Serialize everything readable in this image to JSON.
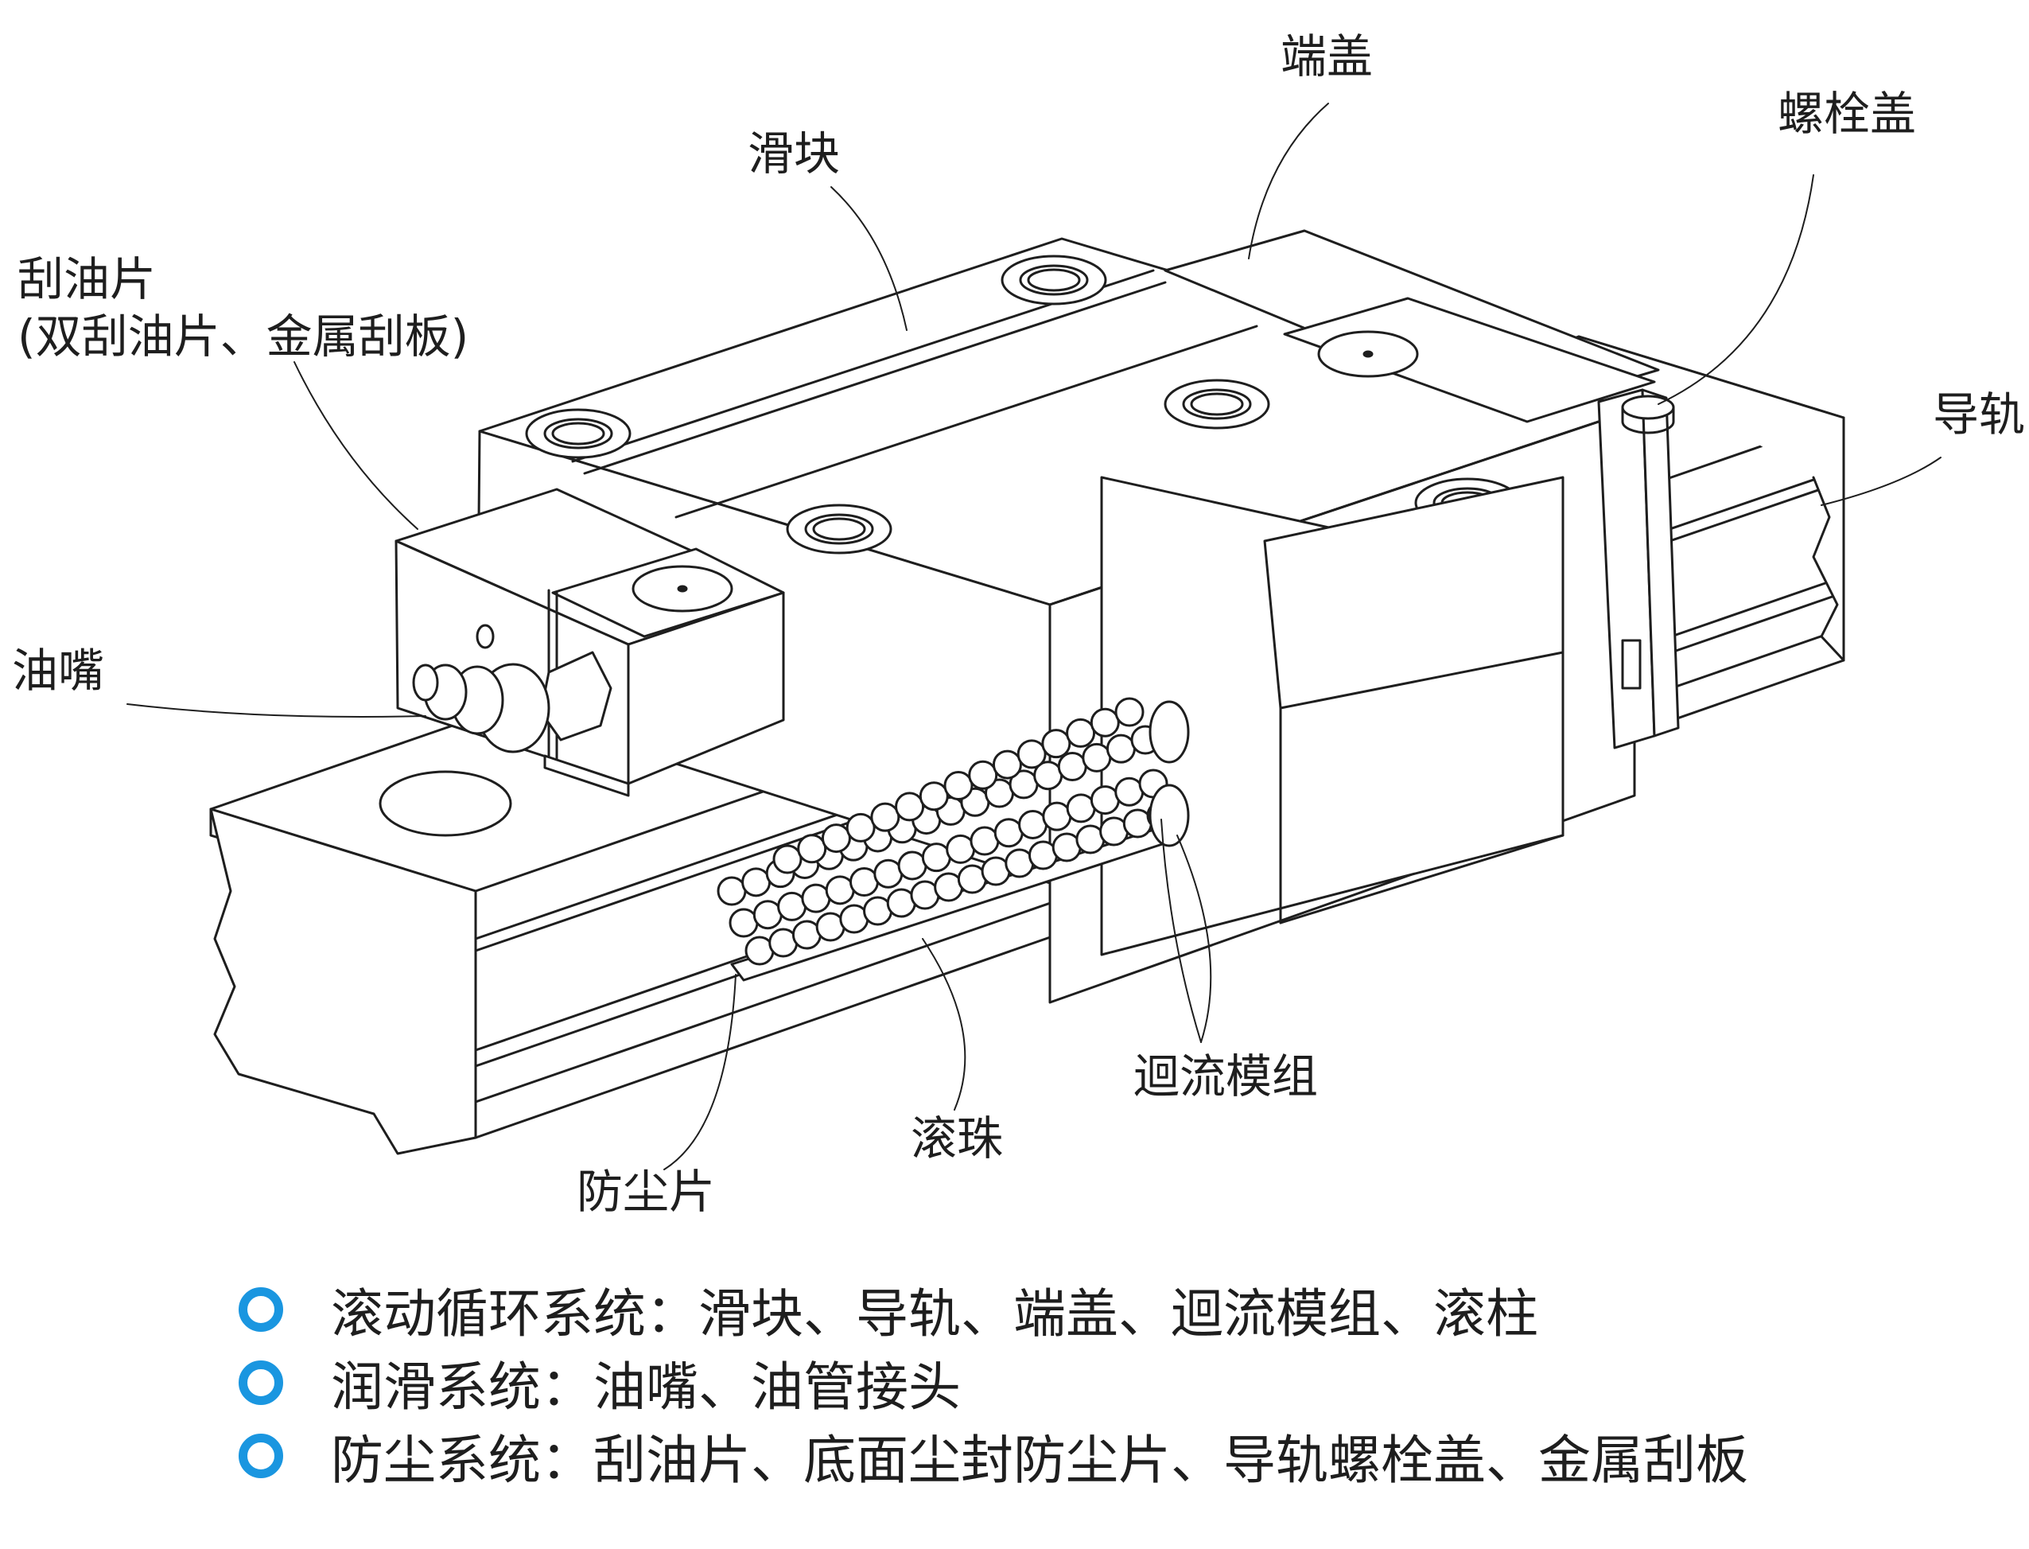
{
  "labels": {
    "end_cap": "端盖",
    "slider": "滑块",
    "bolt_cap": "螺栓盖",
    "wiper": "刮油片",
    "wiper_detail": "(双刮油片、金属刮板)",
    "rail": "导轨",
    "grease_nipple": "油嘴",
    "recirculation_module": "迴流模组",
    "rolling_balls": "滚珠",
    "dust_strip": "防尘片"
  },
  "legend": [
    {
      "text": "滚动循环系统：滑块、导轨、端盖、迴流模组、滚柱"
    },
    {
      "text": "润滑系统：油嘴、油管接头"
    },
    {
      "text": "防尘系统：刮油片、底面尘封防尘片、导轨螺栓盖、金属刮板"
    }
  ],
  "colors": {
    "bullet": "#1a96e0",
    "line": "#1e1e1e"
  }
}
